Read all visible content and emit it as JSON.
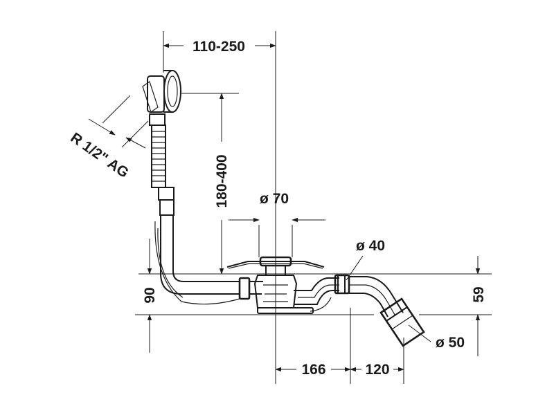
{
  "dimensions": {
    "overflow_offset": "110-250",
    "overflow_height": "180-400",
    "thread": "R 1/2\" AG",
    "drain_diameter": "ø 70",
    "outlet_diameter": "ø 40",
    "height_left": "90",
    "height_right": "59",
    "pipe_diameter": "ø 50",
    "distance_a": "166",
    "distance_b": "120"
  }
}
